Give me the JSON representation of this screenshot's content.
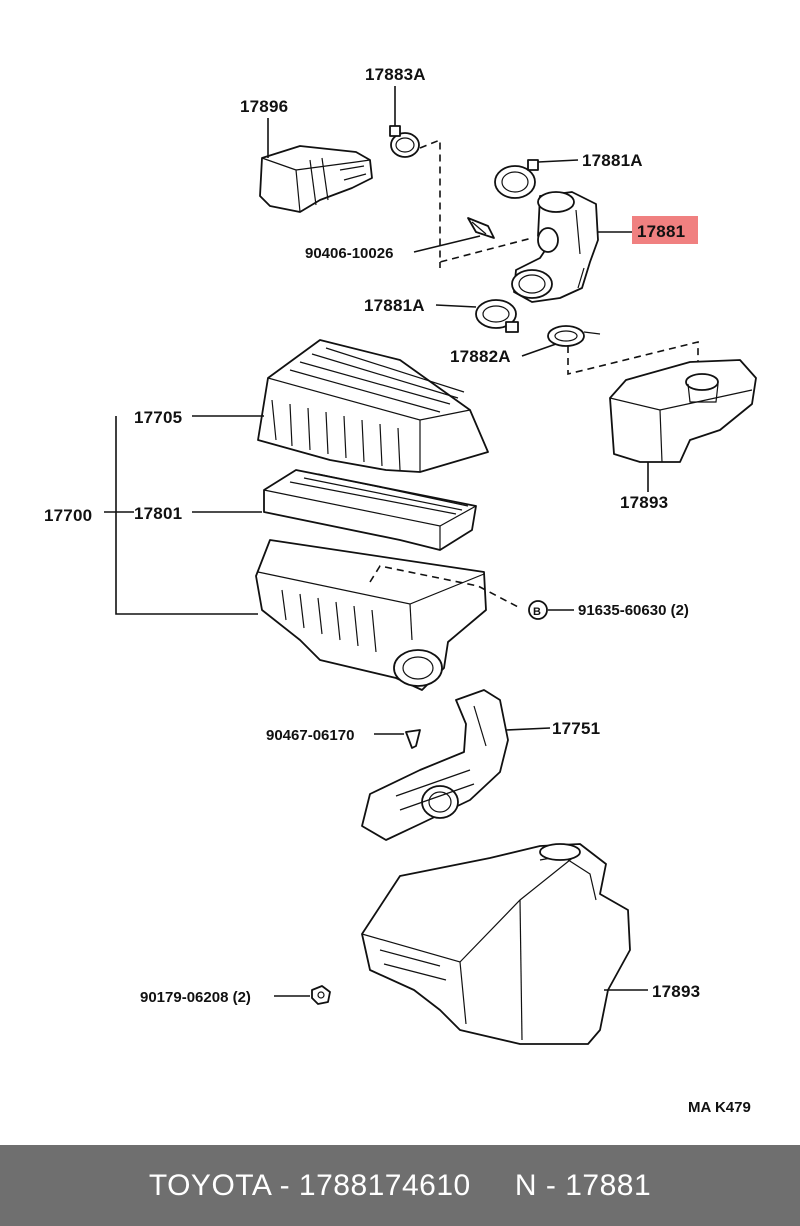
{
  "labels": {
    "p17896": "17896",
    "p17883A": "17883A",
    "p17881A_top": "17881A",
    "p17881": "17881",
    "p90406": "90406-10026",
    "p17881A_left": "17881A",
    "p17882A": "17882A",
    "p17705": "17705",
    "p17700": "17700",
    "p17801": "17801",
    "p17893_top": "17893",
    "p91635": "91635-60630 (2)",
    "p90467": "90467-06170",
    "p17751": "17751",
    "p90179": "90179-06208 (2)",
    "p17893_bottom": "17893",
    "diagram_code": "MA K479"
  },
  "highlight_color": "#f08080",
  "footer": {
    "text": "TOYOTA - 1788174610     N - 17881"
  }
}
